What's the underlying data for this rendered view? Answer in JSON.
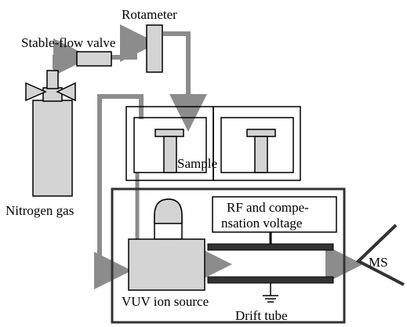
{
  "labels": {
    "rotameter": "Rotameter",
    "valve": "Stable-flow valve",
    "nitrogen": "Nitrogen gas",
    "sample": "Sample",
    "rf_line1": "RF and compe-",
    "rf_line2": "nsation voltage",
    "vuv": "VUV ion source",
    "drift": "Drift tube",
    "ms": "MS"
  },
  "colors": {
    "line": "#000000",
    "fill": "#d4d4d4",
    "arrow": "#8c8c8c",
    "background": "#ffffff"
  }
}
